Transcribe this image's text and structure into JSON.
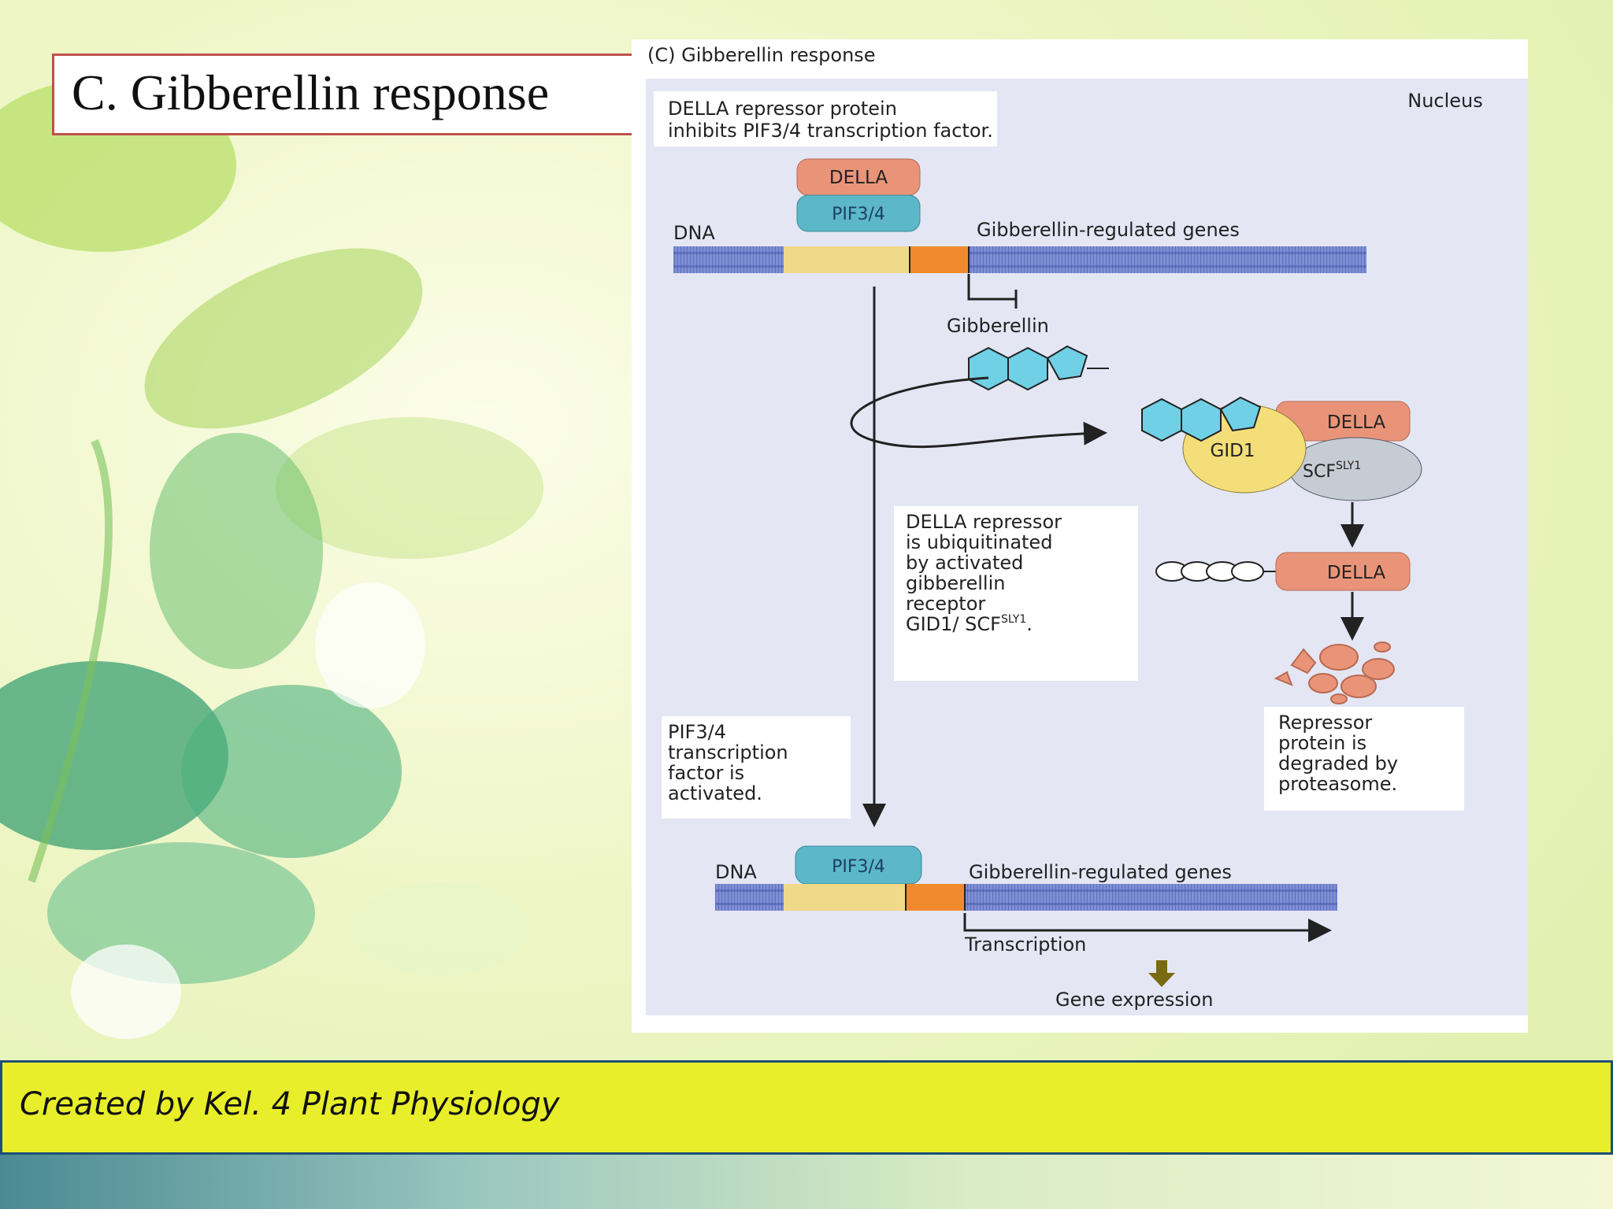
{
  "slide": {
    "title": "C. Gibberellin response",
    "footer": "Created by Kel. 4 Plant Physiology"
  },
  "figure": {
    "panel_title": "(C)  Gibberellin response",
    "nucleus": "Nucleus",
    "note_top_1": "DELLA repressor protein",
    "note_top_2": "inhibits PIF3/4 transcription factor.",
    "della": "DELLA",
    "pif": "PIF3/4",
    "dna": "DNA",
    "genes": "Gibberellin-regulated genes",
    "gibberellin": "Gibberellin",
    "gid1": "GID1",
    "scf": "SCF",
    "scf_sup": "SLY1",
    "note_mid_1": "DELLA repressor",
    "note_mid_2": "is ubiquitinated",
    "note_mid_3": "by activated",
    "note_mid_4": "gibberellin",
    "note_mid_5": "receptor",
    "note_mid_6": "GID1/ SCF",
    "note_mid_6_sup": "SLY1",
    "note_mid_6_end": ".",
    "note_left_1": "PIF3/4",
    "note_left_2": "transcription",
    "note_left_3": "factor is",
    "note_left_4": "activated.",
    "note_right_1": "Repressor",
    "note_right_2": "protein is",
    "note_right_3": "degraded by",
    "note_right_4": "proteasome.",
    "transcription": "Transcription",
    "gene_expression": "Gene expression"
  },
  "colors": {
    "della": "#e99479",
    "pif": "#5cb8c8",
    "gid1": "#f4de7a",
    "scf": "#c6ccd4",
    "gibberellin_molecule": "#6fd0e6",
    "dna_blue": "#6f7fc9",
    "dna_yellow": "#f1d98a",
    "dna_orange": "#f08a2e",
    "figure_bg": "#e4e6f4",
    "title_border": "#c0504d",
    "footer_bg": "#e8ee2a",
    "footer_border": "#1f4e79"
  }
}
